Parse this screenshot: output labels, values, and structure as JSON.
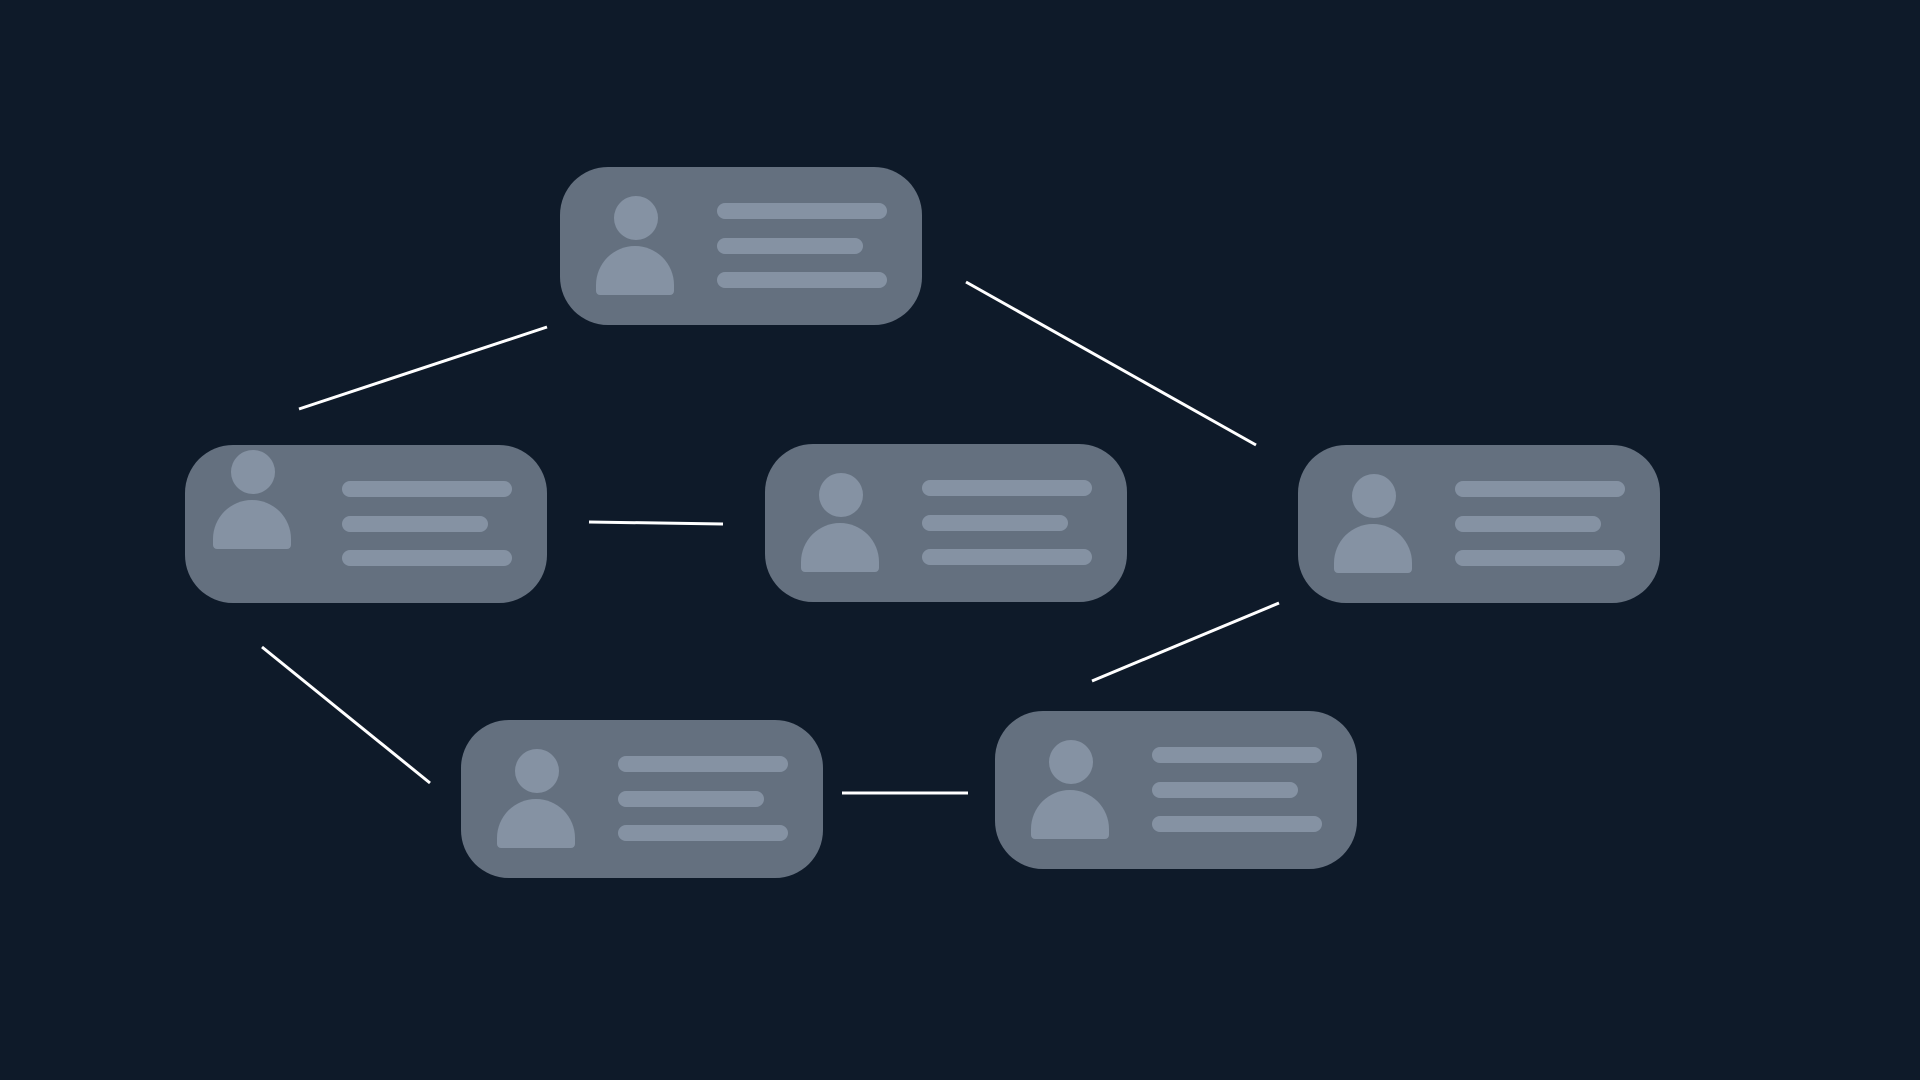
{
  "diagram": {
    "colors": {
      "background": "#0e1a29",
      "card": "#64707f",
      "placeholder": "#8592a3",
      "connector": "#ffffff"
    },
    "nodes": [
      {
        "id": "top",
        "icon": "person-icon",
        "text_lines": 3
      },
      {
        "id": "middle-left",
        "icon": "person-icon",
        "text_lines": 3
      },
      {
        "id": "center",
        "icon": "person-icon",
        "text_lines": 3
      },
      {
        "id": "middle-right",
        "icon": "person-icon",
        "text_lines": 3
      },
      {
        "id": "bottom-left",
        "icon": "person-icon",
        "text_lines": 3
      },
      {
        "id": "bottom-right",
        "icon": "person-icon",
        "text_lines": 3
      }
    ],
    "connections": [
      {
        "from": "middle-left",
        "to": "top"
      },
      {
        "from": "top",
        "to": "middle-right"
      },
      {
        "from": "middle-left",
        "to": "center"
      },
      {
        "from": "middle-right",
        "to": "bottom-right"
      },
      {
        "from": "middle-left",
        "to": "bottom-left"
      },
      {
        "from": "bottom-left",
        "to": "bottom-right"
      }
    ]
  }
}
